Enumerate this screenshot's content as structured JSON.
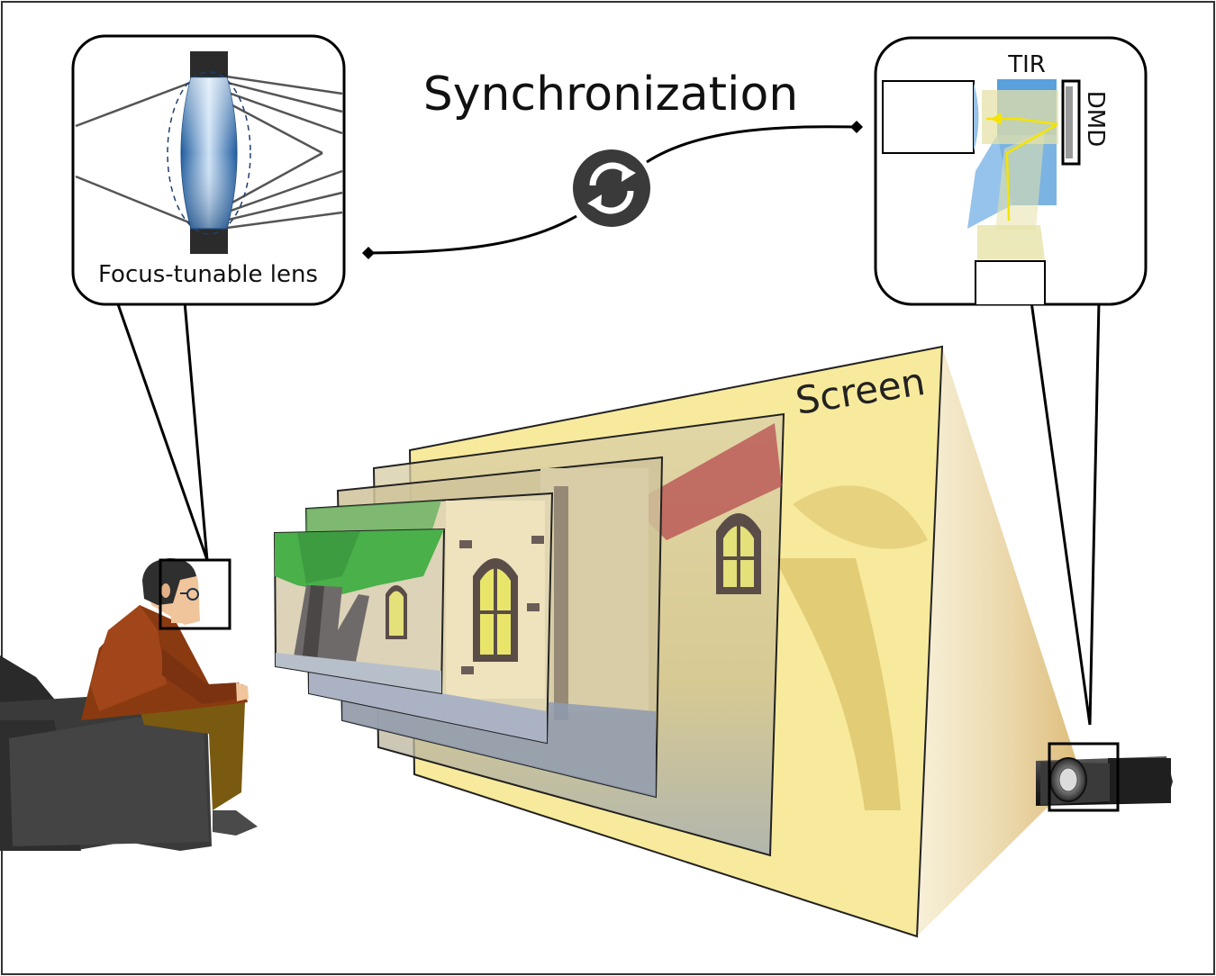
{
  "labels": {
    "title": "Synchronization",
    "focus_lens": "Focus-tunable lens",
    "tir": "TIR",
    "dmd": "DMD",
    "screen": "Screen"
  },
  "icons": {
    "sync": "sync-icon"
  },
  "colors": {
    "projection_yellow": "#f3d84a",
    "projection_cone": "#e8d19a",
    "lens_blue": "#3f86c8",
    "prism_blue": "#5aa0dc",
    "jacket": "#8a3a10",
    "trousers": "#7a5a10",
    "sofa": "#3a3a3a",
    "projector_body": "#2a2a2a"
  }
}
